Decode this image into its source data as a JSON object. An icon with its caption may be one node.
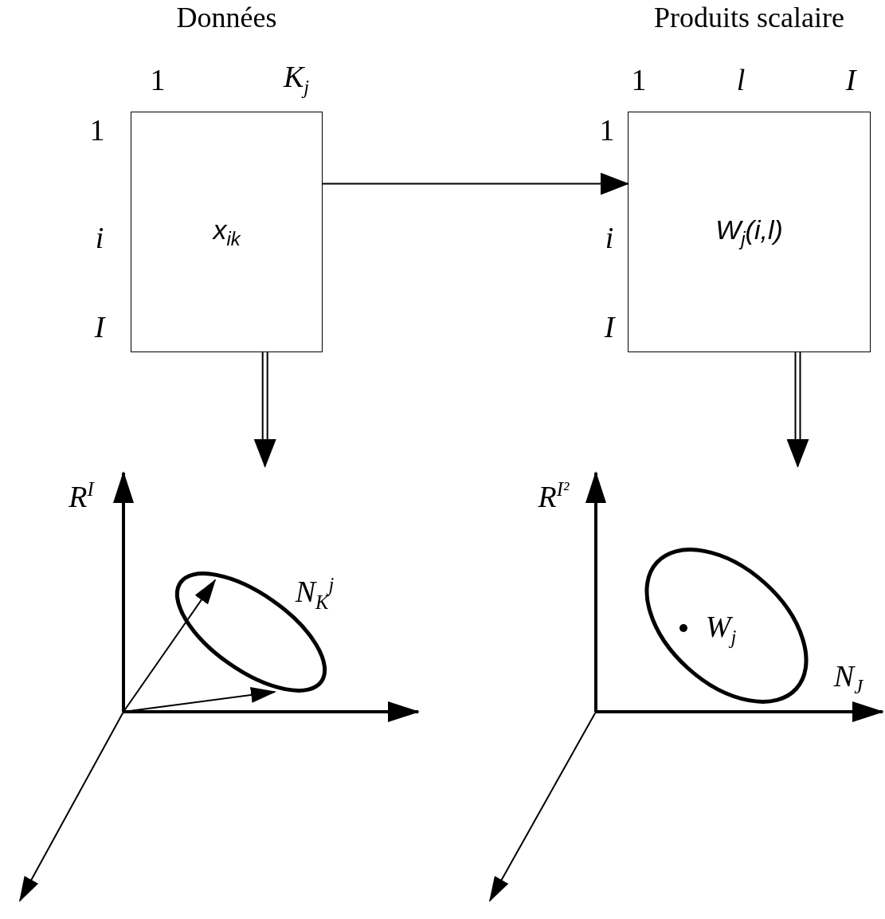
{
  "diagram": {
    "nodes": [
      {
        "text": [
          "Données",
          "x$_{ik}$"
        ]
      },
      {
        "text": [
          "Produits scalaire",
          "W$_{j}$(i,l)"
        ]
      },
      {
        "text": [],
        "shape": "picture"
      },
      {
        "text": [],
        "shape": "picture"
      }
    ],
    "edges": [
      {
        "from": 0,
        "to": 1,
        "arrow": "to"
      },
      {
        "from": 0,
        "to": 2,
        "arrow": "to"
      },
      {
        "from": 1,
        "to": 3,
        "arrow": "to"
      }
    ],
    "labels": [
      "1",
      "K$_{j}$",
      "1",
      "i",
      "I",
      "1",
      "l",
      "I",
      "1",
      "i",
      "I",
      "R$^{I}$",
      "N$_{K}$$^{j}$",
      "R$^{I²}$",
      "W$_{j}$",
      "N$_{J}$"
    ]
  }
}
